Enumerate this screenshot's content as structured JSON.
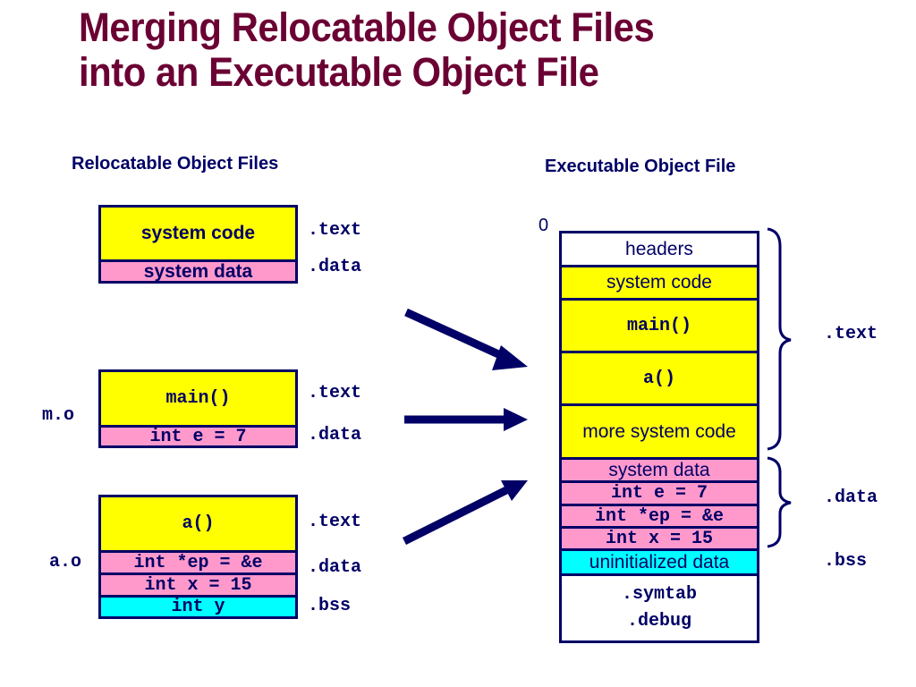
{
  "title": {
    "line1": "Merging Relocatable Object Files",
    "line2": "into an Executable Object File"
  },
  "left": {
    "heading": "Relocatable Object Files",
    "system_file": {
      "sections": [
        {
          "text": "system code",
          "kind": "text",
          "color": "#ffff00"
        },
        {
          "text": "system data",
          "kind": "data",
          "color": "#ff99cc"
        }
      ],
      "labels": [
        ".text",
        ".data"
      ]
    },
    "m_o": {
      "name": "m.o",
      "sections": [
        {
          "text": "main()",
          "kind": "text",
          "color": "#ffff00"
        },
        {
          "text": "int e = 7",
          "kind": "data",
          "color": "#ff99cc"
        }
      ],
      "labels": [
        ".text",
        ".data"
      ]
    },
    "a_o": {
      "name": "a.o",
      "sections": [
        {
          "text": "a()",
          "kind": "text",
          "color": "#ffff00"
        },
        {
          "text": "int *ep = &e",
          "kind": "data",
          "color": "#ff99cc"
        },
        {
          "text": "int x = 15",
          "kind": "data",
          "color": "#ff99cc"
        },
        {
          "text": "int y",
          "kind": "bss",
          "color": "#00ffff"
        }
      ],
      "labels": [
        ".text",
        ".data",
        ".bss"
      ]
    }
  },
  "right": {
    "heading": "Executable Object File",
    "address_start": "0",
    "sections": [
      {
        "text": "headers",
        "color": "#ffffff"
      },
      {
        "text": "system code",
        "color": "#ffff00"
      },
      {
        "text": "main()",
        "color": "#ffff00"
      },
      {
        "text": "a()",
        "color": "#ffff00"
      },
      {
        "text": "more system code",
        "color": "#ffff00"
      },
      {
        "text": "system data",
        "color": "#ff99cc"
      },
      {
        "text": "int e = 7",
        "color": "#ff99cc"
      },
      {
        "text": "int *ep = &e",
        "color": "#ff99cc"
      },
      {
        "text": "int x = 15",
        "color": "#ff99cc"
      },
      {
        "text": "uninitialized data",
        "color": "#00ffff"
      },
      {
        "text": ".symtab",
        "color": "#ffffff"
      },
      {
        "text": ".debug",
        "color": "#ffffff"
      }
    ],
    "brace_labels": [
      ".text",
      ".data",
      ".bss"
    ]
  },
  "colors": {
    "title": "#6b0033",
    "ink": "#000066",
    "text_section": "#ffff00",
    "data_section": "#ff99cc",
    "bss_section": "#00ffff"
  }
}
